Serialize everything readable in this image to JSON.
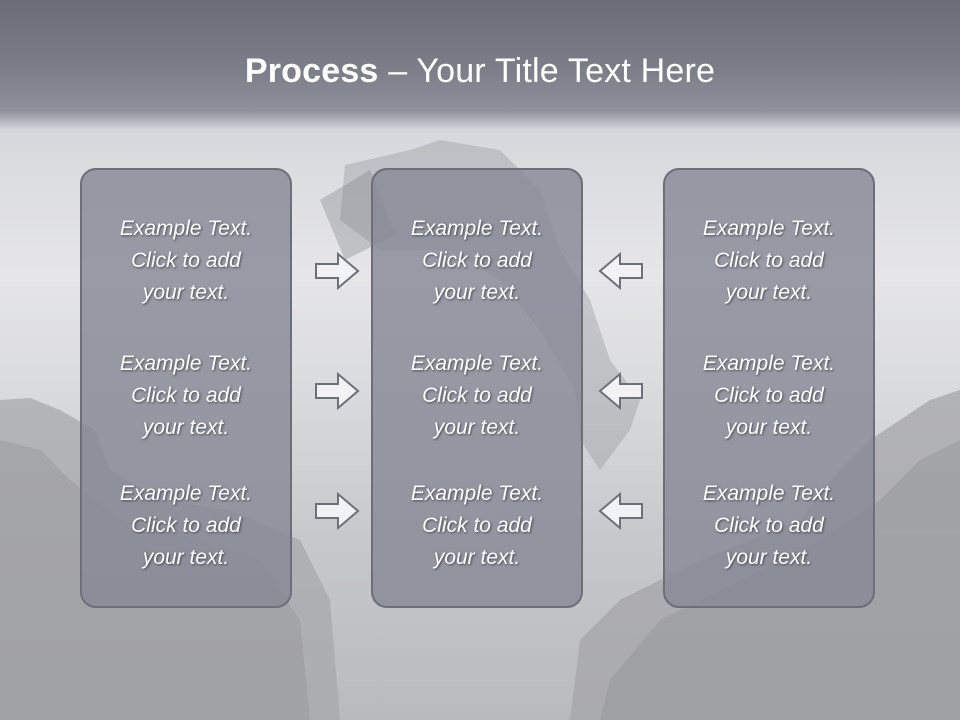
{
  "slide": {
    "title_bold": "Process",
    "title_rest": " – Your Title Text Here"
  },
  "panels": {
    "left": [
      "Example Text.\nClick  to add\nyour text.",
      "Example Text.\nClick  to add\nyour text.",
      "Example Text.\nClick  to add\nyour text."
    ],
    "middle": [
      "Example Text.\nClick  to add\nyour text.",
      "Example Text.\nClick  to add\nyour text.",
      "Example Text.\nClick  to add\nyour text."
    ],
    "right": [
      "Example Text.\nClick  to add\nyour text.",
      "Example Text.\nClick  to add\nyour text.",
      "Example Text.\nClick  to add\nyour text."
    ]
  },
  "arrows": {
    "left_side": [
      "arrow-right-icon",
      "arrow-right-icon",
      "arrow-right-icon"
    ],
    "right_side": [
      "arrow-left-icon",
      "arrow-left-icon",
      "arrow-left-icon"
    ]
  },
  "colors": {
    "title_band": "#6a6c78",
    "panel_fill": "#868996",
    "panel_border": "#6c6e78",
    "text": "#ffffff"
  }
}
